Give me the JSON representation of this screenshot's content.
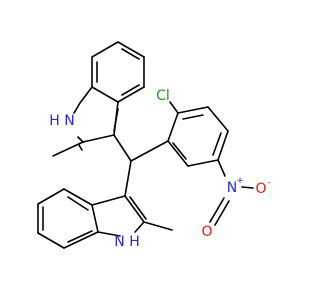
{
  "atoms": [
    {
      "id": "n_top",
      "text": "H N",
      "color": "#2a2ad8",
      "charge": ""
    },
    {
      "id": "cl",
      "text": "Cl",
      "color": "#1a9e1a",
      "charge": ""
    },
    {
      "id": "n_no2",
      "text": "N",
      "color": "#2a2ad8",
      "charge": "+"
    },
    {
      "id": "o_no2a",
      "text": "O",
      "color": "#e01a1a",
      "charge": "-"
    },
    {
      "id": "o_no2b",
      "text": "O",
      "color": "#e01a1a",
      "charge": ""
    },
    {
      "id": "n_bot",
      "text": "N H",
      "color": "#2a2ad8",
      "charge": ""
    }
  ]
}
